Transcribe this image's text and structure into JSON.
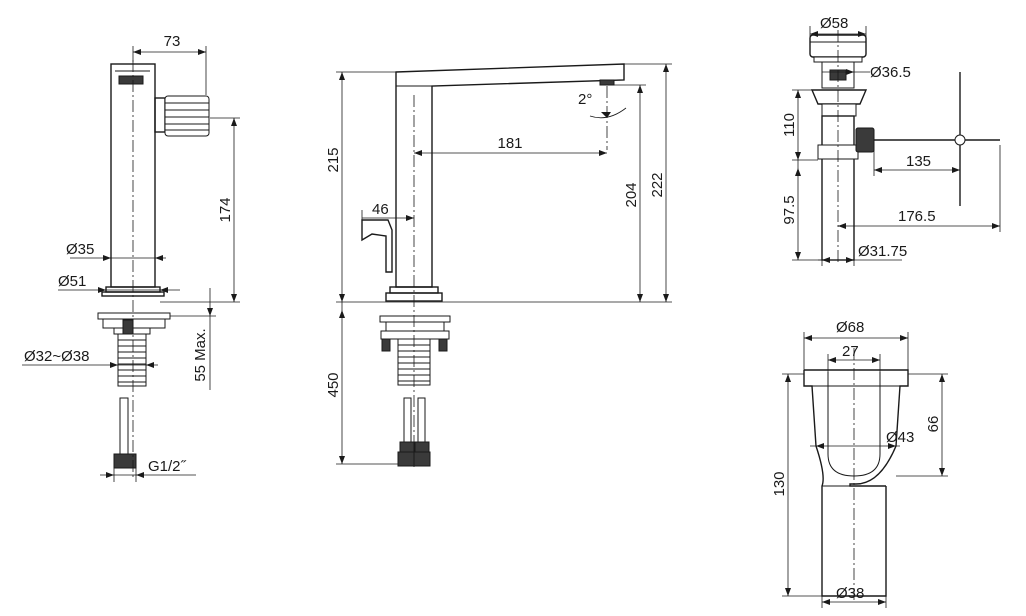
{
  "dimensions": {
    "left_width": "73",
    "left_height": "174",
    "left_d35": "Ø35",
    "left_d51": "Ø51",
    "left_d32_38": "Ø32~Ø38",
    "left_max": "55 Max.",
    "left_thread": "G1/2˝",
    "mid_215": "215",
    "mid_181": "181",
    "mid_2deg": "2°",
    "mid_46": "46",
    "mid_204": "204",
    "mid_222": "222",
    "mid_450": "450",
    "tr_d58": "Ø58",
    "tr_d36": "Ø36.5",
    "tr_110": "110",
    "tr_135": "135",
    "tr_97": "97.5",
    "tr_176": "176.5",
    "tr_d31": "Ø31.75",
    "br_d68": "Ø68",
    "br_27": "27",
    "br_d43": "Ø43",
    "br_66": "66",
    "br_130": "130",
    "br_d38": "Ø38"
  }
}
